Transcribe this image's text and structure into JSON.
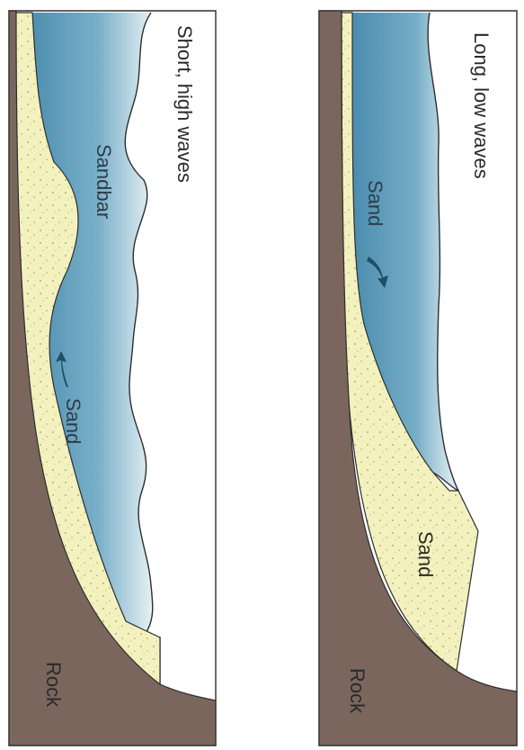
{
  "panels": [
    {
      "title": "Short, high waves",
      "labels": {
        "sandbar": "Sandbar",
        "sand": "Sand",
        "rock": "Rock"
      }
    },
    {
      "title": "Long, low waves",
      "labels": {
        "sand_water": "Sand",
        "sand_beach": "Sand",
        "rock": "Rock"
      }
    }
  ],
  "colors": {
    "rock": "#7a665d",
    "sand": "#f3f2bf",
    "water": "#5f9fbd",
    "outline": "#2e2e2e",
    "arrow": "#1f4f63"
  }
}
